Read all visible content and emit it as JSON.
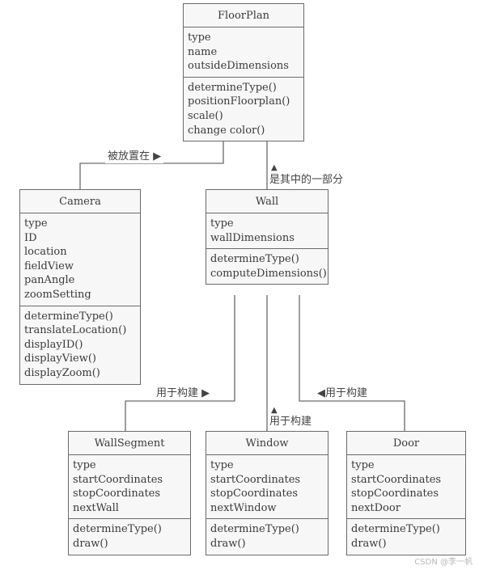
{
  "classes": {
    "floorplan": {
      "name": "FloorPlan",
      "attributes": [
        "type",
        "name",
        "outsideDimensions"
      ],
      "operations": [
        "determineType()",
        "positionFloorplan()",
        "scale()",
        "change color()"
      ]
    },
    "camera": {
      "name": "Camera",
      "attributes": [
        "type",
        "ID",
        "location",
        "fieldView",
        "panAngle",
        "zoomSetting"
      ],
      "operations": [
        "determineType()",
        "translateLocation()",
        "displayID()",
        "displayView()",
        "displayZoom()"
      ]
    },
    "wall": {
      "name": "Wall",
      "attributes": [
        "type",
        "wallDimensions"
      ],
      "operations": [
        "determineType()",
        "computeDimensions()"
      ]
    },
    "wallsegment": {
      "name": "WallSegment",
      "attributes": [
        "type",
        "startCoordinates",
        "stopCoordinates",
        "nextWall"
      ],
      "operations": [
        "determineType()",
        "draw()"
      ]
    },
    "window": {
      "name": "Window",
      "attributes": [
        "type",
        "startCoordinates",
        "stopCoordinates",
        "nextWindow"
      ],
      "operations": [
        "determineType()",
        "draw()"
      ]
    },
    "door": {
      "name": "Door",
      "attributes": [
        "type",
        "startCoordinates",
        "stopCoordinates",
        "nextDoor"
      ],
      "operations": [
        "determineType()",
        "draw()"
      ]
    }
  },
  "associations": {
    "camera_floorplan": "被放置在 ▶",
    "wall_floorplan_arrow": "▲",
    "wall_floorplan": "是其中的一部分",
    "wallsegment_wall": "用于构建 ▶",
    "window_wall_arrow": "▲",
    "window_wall": "用于构建",
    "door_wall": "◀用于构建"
  },
  "watermark": "CSDN @李一帆"
}
